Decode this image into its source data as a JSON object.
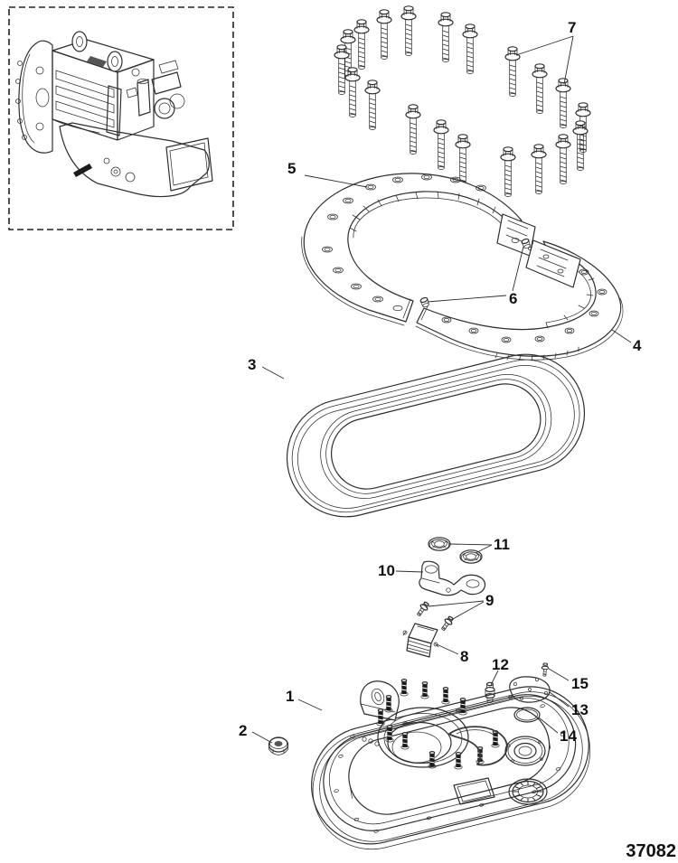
{
  "drawing_number": "37082",
  "callouts": {
    "c1": "1",
    "c2": "2",
    "c3": "3",
    "c4": "4",
    "c5": "5",
    "c6": "6",
    "c7": "7",
    "c8": "8",
    "c9": "9",
    "c10": "10",
    "c11": "11",
    "c12": "12",
    "c13": "13",
    "c14": "14",
    "c15": "15"
  },
  "colors": {
    "background": "#ffffff",
    "line": "#2e2e2e",
    "label": "#111111"
  }
}
